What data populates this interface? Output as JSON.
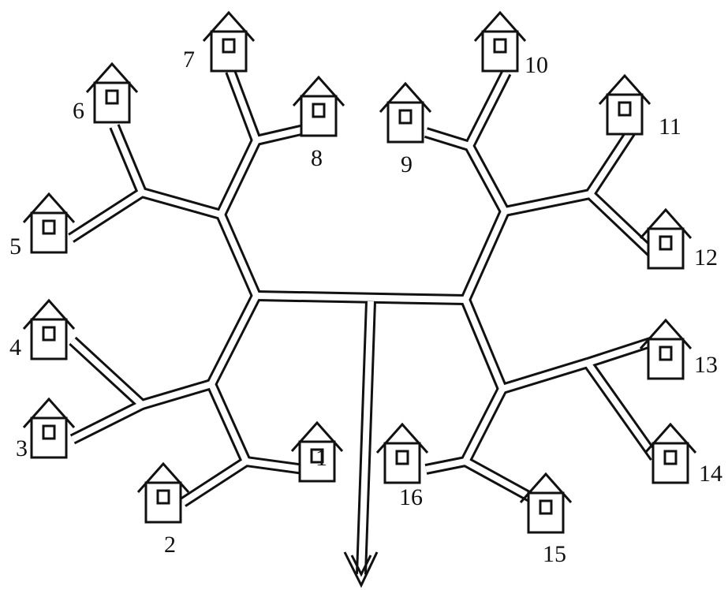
{
  "houses": [
    {
      "id": "1",
      "label": "1"
    },
    {
      "id": "2",
      "label": "2"
    },
    {
      "id": "3",
      "label": "3"
    },
    {
      "id": "4",
      "label": "4"
    },
    {
      "id": "5",
      "label": "5"
    },
    {
      "id": "6",
      "label": "6"
    },
    {
      "id": "7",
      "label": "7"
    },
    {
      "id": "8",
      "label": "8"
    },
    {
      "id": "9",
      "label": "9"
    },
    {
      "id": "10",
      "label": "10"
    },
    {
      "id": "11",
      "label": "11"
    },
    {
      "id": "12",
      "label": "12"
    },
    {
      "id": "13",
      "label": "13"
    },
    {
      "id": "14",
      "label": "14"
    },
    {
      "id": "15",
      "label": "15"
    },
    {
      "id": "16",
      "label": "16"
    }
  ],
  "outlet": {
    "icon": "down-arrow-icon"
  }
}
